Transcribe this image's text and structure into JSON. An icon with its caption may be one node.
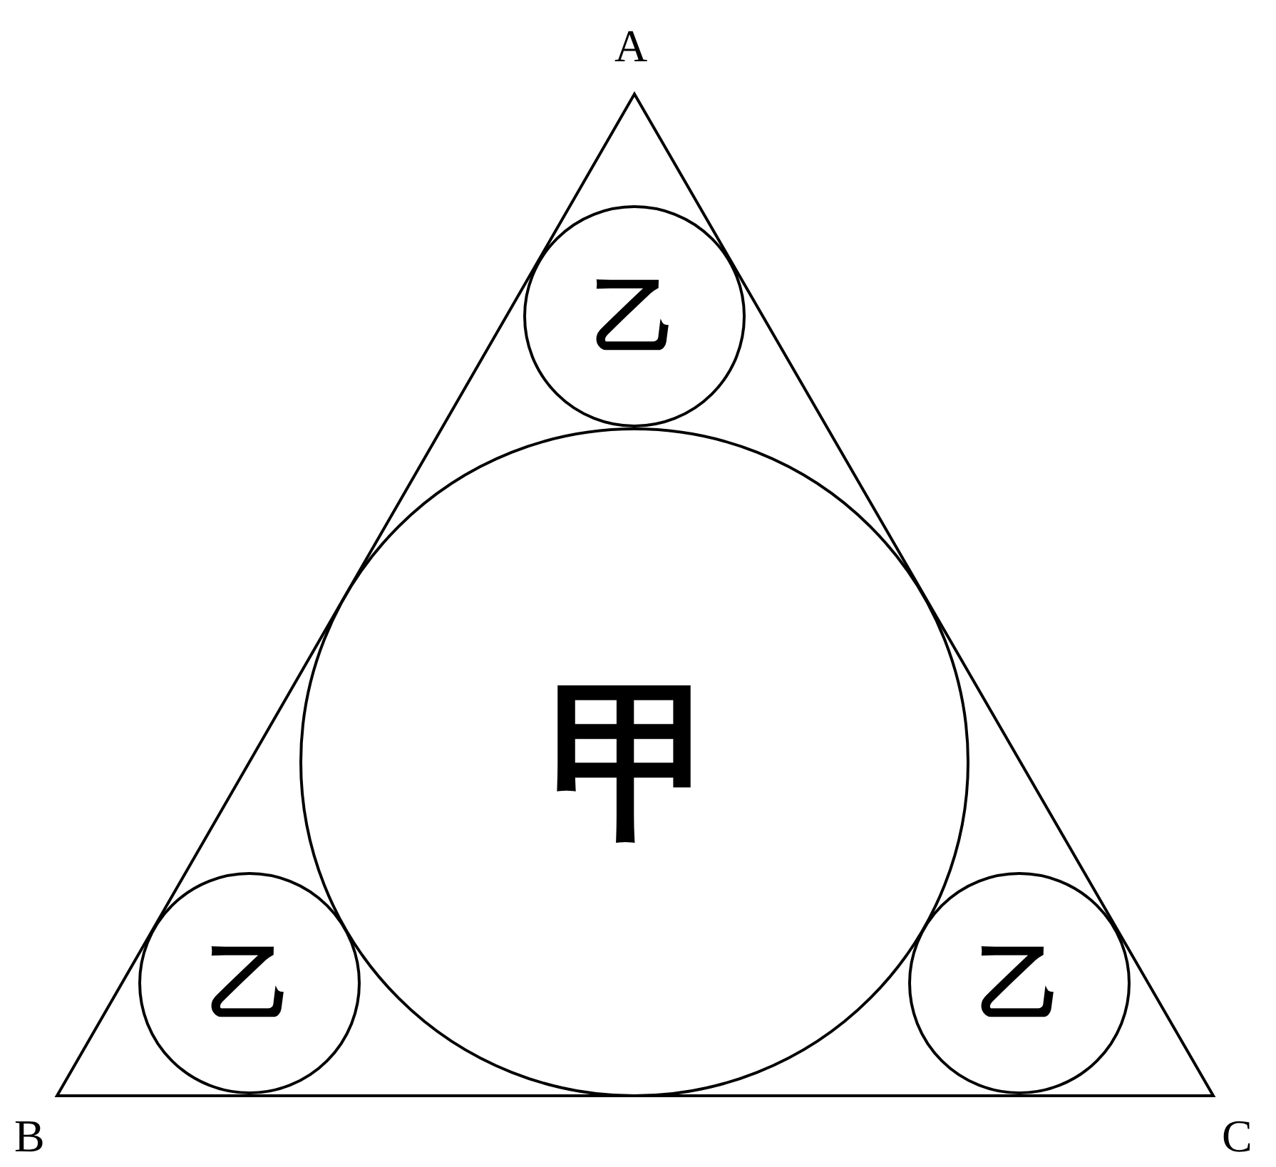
{
  "diagram": {
    "nodes": [
      {
        "text": [],
        "shape": "triangle"
      },
      {
        "text": [
          "乙"
        ],
        "in": 0
      },
      {
        "text": [
          "甲"
        ],
        "in": 0
      },
      {
        "text": [
          "乙"
        ],
        "in": 0
      },
      {
        "text": [
          "乙"
        ],
        "in": 0
      }
    ],
    "labels": [
      "A",
      "B",
      "C"
    ]
  }
}
